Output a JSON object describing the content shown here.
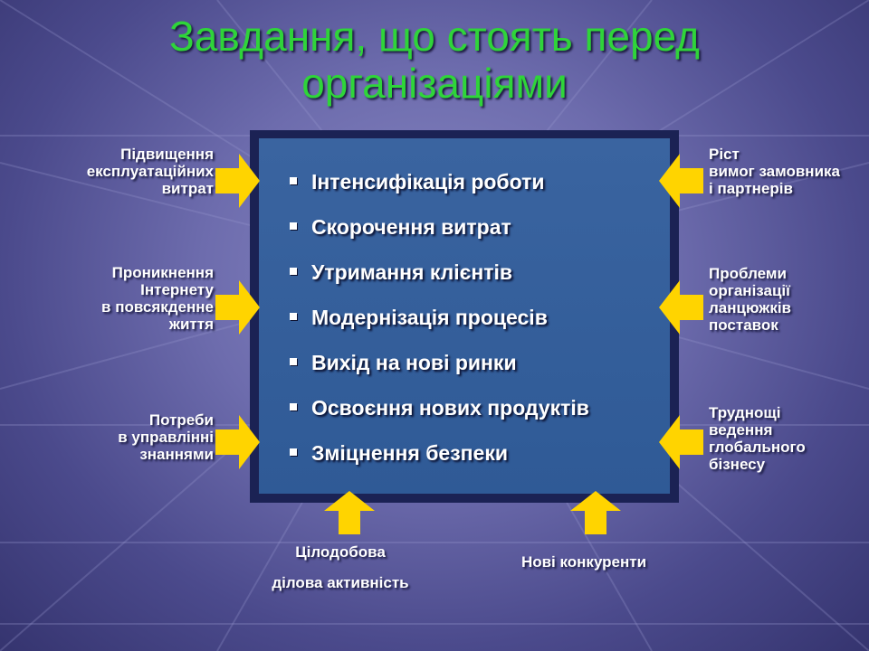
{
  "title": {
    "line1": "Завдання, що стоять  перед",
    "line2": "організаціями"
  },
  "center_items": [
    "Інтенсифікація роботи",
    "Скорочення витрат",
    "Утримання клієнтів",
    "Модернізація процесів",
    "Вихід на нові ринки",
    "Освоєння нових  продуктів",
    "Зміцнення безпеки"
  ],
  "left_factors": [
    {
      "lines": [
        "Підвищення",
        "експлуатаційних",
        "витрат"
      ]
    },
    {
      "lines": [
        "Проникнення",
        "Інтернету",
        "в повсякденне",
        "життя"
      ]
    },
    {
      "lines": [
        "Потреби",
        "в  управлінні",
        "знаннями"
      ]
    }
  ],
  "right_factors": [
    {
      "lines": [
        "Ріст",
        "вимог замовника",
        "і партнерів"
      ]
    },
    {
      "lines": [
        "Проблеми",
        "організації",
        "ланцюжків",
        "поставок"
      ]
    },
    {
      "lines": [
        "Труднощі",
        "ведення",
        "глобального",
        "бізнесу"
      ]
    }
  ],
  "bottom_factors": [
    {
      "lines": [
        "Цілодобова",
        "ділова активність"
      ]
    },
    {
      "lines": [
        "Нові конкуренти"
      ]
    }
  ],
  "colors": {
    "title": "#2fd43a",
    "arrow": "#ffd400",
    "box_border": "#1b2254",
    "box_fill": "#3a64a0"
  }
}
